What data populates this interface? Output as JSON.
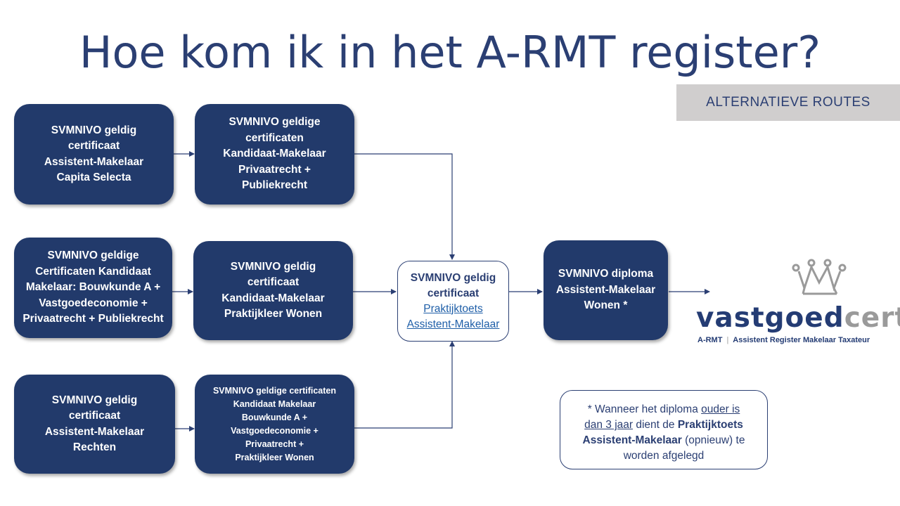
{
  "title": "Hoe kom ik in het A-RMT register?",
  "alt_routes": "ALTERNATIEVE ROUTES",
  "boxes": {
    "r1a": [
      "SVMNIVO geldig",
      "certificaat",
      "Assistent-Makelaar",
      "Capita Selecta"
    ],
    "r1b": [
      "SVMNIVO geldige",
      "certificaten",
      "Kandidaat-Makelaar",
      "Privaatrecht +",
      "Publiekrecht"
    ],
    "r2a": [
      "SVMNIVO geldige",
      "Certificaten Kandidaat",
      "Makelaar: Bouwkunde A +",
      "Vastgoedeconomie +",
      "Privaatrecht + Publiekrecht"
    ],
    "r2b": [
      "SVMNIVO geldig",
      "certificaat",
      "Kandidaat-Makelaar",
      "Praktijkleer Wonen"
    ],
    "r3a": [
      "SVMNIVO geldig",
      "certificaat",
      "Assistent-Makelaar",
      "Rechten"
    ],
    "r3b": [
      "SVMNIVO geldige certificaten",
      "Kandidaat Makelaar",
      "Bouwkunde A +",
      "Vastgoedeconomie +",
      "Privaatrecht +",
      "Praktijkleer Wonen"
    ],
    "diploma": [
      "SVMNIVO diploma",
      "Assistent-Makelaar",
      "Wonen *"
    ]
  },
  "center": {
    "line1": "SVMNIVO geldig",
    "line2": "certificaat",
    "link1": "Praktijktoets",
    "link2": "Assistent-Makelaar"
  },
  "note": {
    "p1": "* Wanneer het diploma ",
    "u1": "ouder is",
    "u2": "dan 3 jaar",
    "p2": " dient de ",
    "b1": "Praktijktoets",
    "b2": "Assistent-Makelaar",
    "p3": " (opnieuw) te",
    "p4": "worden afgelegd"
  },
  "logo": {
    "word_a": "vastgoed",
    "word_b": "cert",
    "sub_a": "A-RMT",
    "sub_sep": "|",
    "sub_b": "Assistent Register Makelaar Taxateur",
    "icon": "crown-icon"
  },
  "colors": {
    "box_fill": "#223a6b",
    "title": "#2b3f73",
    "alt_bg": "#d0cece"
  }
}
